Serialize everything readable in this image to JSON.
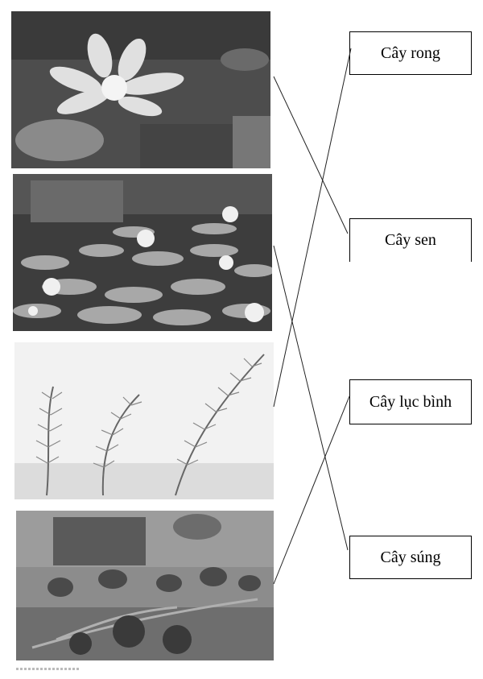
{
  "exercise": {
    "photos": [
      {
        "id": "lotus",
        "icon": "lotus-flower-photo"
      },
      {
        "id": "water-lily",
        "icon": "water-lily-pads-photo"
      },
      {
        "id": "waterweed",
        "icon": "waterweed-fronds-photo"
      },
      {
        "id": "water-hyacinth",
        "icon": "water-hyacinth-photo"
      }
    ],
    "labels": [
      {
        "id": "rong",
        "text": "Cây rong"
      },
      {
        "id": "sen",
        "text": "Cây sen"
      },
      {
        "id": "luc-binh",
        "text": "Cây lục bình"
      },
      {
        "id": "sung",
        "text": "Cây súng"
      }
    ],
    "matches": [
      {
        "photo": "lotus",
        "label": "sen"
      },
      {
        "photo": "water-lily",
        "label": "sung"
      },
      {
        "photo": "waterweed",
        "label": "rong"
      },
      {
        "photo": "water-hyacinth",
        "label": "luc-binh"
      }
    ]
  }
}
